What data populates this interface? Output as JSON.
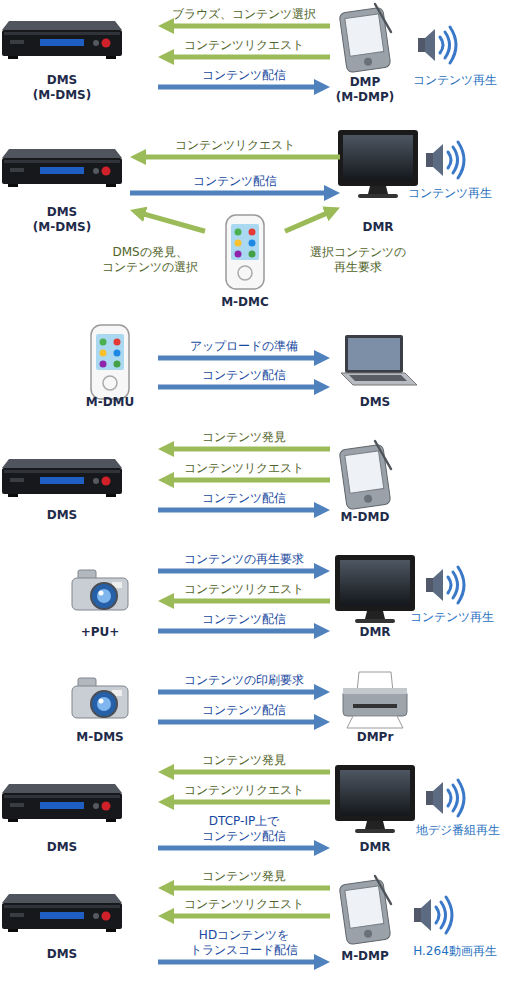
{
  "diagram": {
    "nodes": [
      {
        "text": [
          "DMS (M-DMS)"
        ]
      },
      {
        "text": [
          "DMP (M-DMP)"
        ]
      },
      {
        "text": [
          "DMS (M-DMS)"
        ]
      },
      {
        "text": [
          "DMR"
        ]
      },
      {
        "text": [
          "M-DMC"
        ]
      },
      {
        "text": [
          "M-DMU"
        ]
      },
      {
        "text": [
          "DMS"
        ]
      },
      {
        "text": [
          "DMS"
        ]
      },
      {
        "text": [
          "M-DMD"
        ]
      },
      {
        "text": [
          "+PU+"
        ]
      },
      {
        "text": [
          "DMR"
        ]
      },
      {
        "text": [
          "M-DMS"
        ]
      },
      {
        "text": [
          "DMPr"
        ]
      },
      {
        "text": [
          "DMS"
        ]
      },
      {
        "text": [
          "DMR"
        ]
      },
      {
        "text": [
          "DMS"
        ]
      },
      {
        "text": [
          "M-DMP"
        ]
      }
    ],
    "edges": [
      {
        "from": 1,
        "to": 0,
        "arrow": "to",
        "label": "ブラウズ、コンテンツ選択"
      },
      {
        "from": 1,
        "to": 0,
        "arrow": "to",
        "label": "コンテンツリクエスト"
      },
      {
        "from": 0,
        "to": 1,
        "arrow": "to",
        "label": "コンテンツ配信"
      },
      {
        "from": 3,
        "to": 2,
        "arrow": "to",
        "label": "コンテンツリクエスト"
      },
      {
        "from": 2,
        "to": 3,
        "arrow": "to",
        "label": "コンテンツ配信"
      },
      {
        "from": 4,
        "to": 2,
        "arrow": "to",
        "label": "DMSの発見、 コンテンツの選択"
      },
      {
        "from": 4,
        "to": 3,
        "arrow": "to",
        "label": "選択コンテンツの 再生要求"
      },
      {
        "from": 5,
        "to": 6,
        "arrow": "to",
        "label": "アップロードの準備"
      },
      {
        "from": 5,
        "to": 6,
        "arrow": "to",
        "label": "コンテンツ配信"
      },
      {
        "from": 8,
        "to": 7,
        "arrow": "to",
        "label": "コンテンツ発見"
      },
      {
        "from": 8,
        "to": 7,
        "arrow": "to",
        "label": "コンテンツリクエスト"
      },
      {
        "from": 7,
        "to": 8,
        "arrow": "to",
        "label": "コンテンツ配信"
      },
      {
        "from": 9,
        "to": 10,
        "arrow": "to",
        "label": "コンテンツの再生要求"
      },
      {
        "from": 10,
        "to": 9,
        "arrow": "to",
        "label": "コンテンツリクエスト"
      },
      {
        "from": 9,
        "to": 10,
        "arrow": "to",
        "label": "コンテンツ配信"
      },
      {
        "from": 11,
        "to": 12,
        "arrow": "to",
        "label": "コンテンツの印刷要求"
      },
      {
        "from": 11,
        "to": 12,
        "arrow": "to",
        "label": "コンテンツ配信"
      },
      {
        "from": 14,
        "to": 13,
        "arrow": "to",
        "label": "コンテンツ発見"
      },
      {
        "from": 14,
        "to": 13,
        "arrow": "to",
        "label": "コンテンツリクエスト"
      },
      {
        "from": 13,
        "to": 14,
        "arrow": "to",
        "label": "DTCP-IP上で コンテンツ配信"
      },
      {
        "from": 16,
        "to": 15,
        "arrow": "to",
        "label": "コンテンツ発見"
      },
      {
        "from": 16,
        "to": 15,
        "arrow": "to",
        "label": "コンテンツリクエスト"
      },
      {
        "from": 15,
        "to": 16,
        "arrow": "to",
        "label": "HDコンテンツを トランスコード配信"
      }
    ],
    "labels": [
      "コンテンツ再生",
      "コンテンツ再生",
      "コンテンツ再生",
      "地デジ番組再生",
      "H.264動画再生"
    ]
  }
}
